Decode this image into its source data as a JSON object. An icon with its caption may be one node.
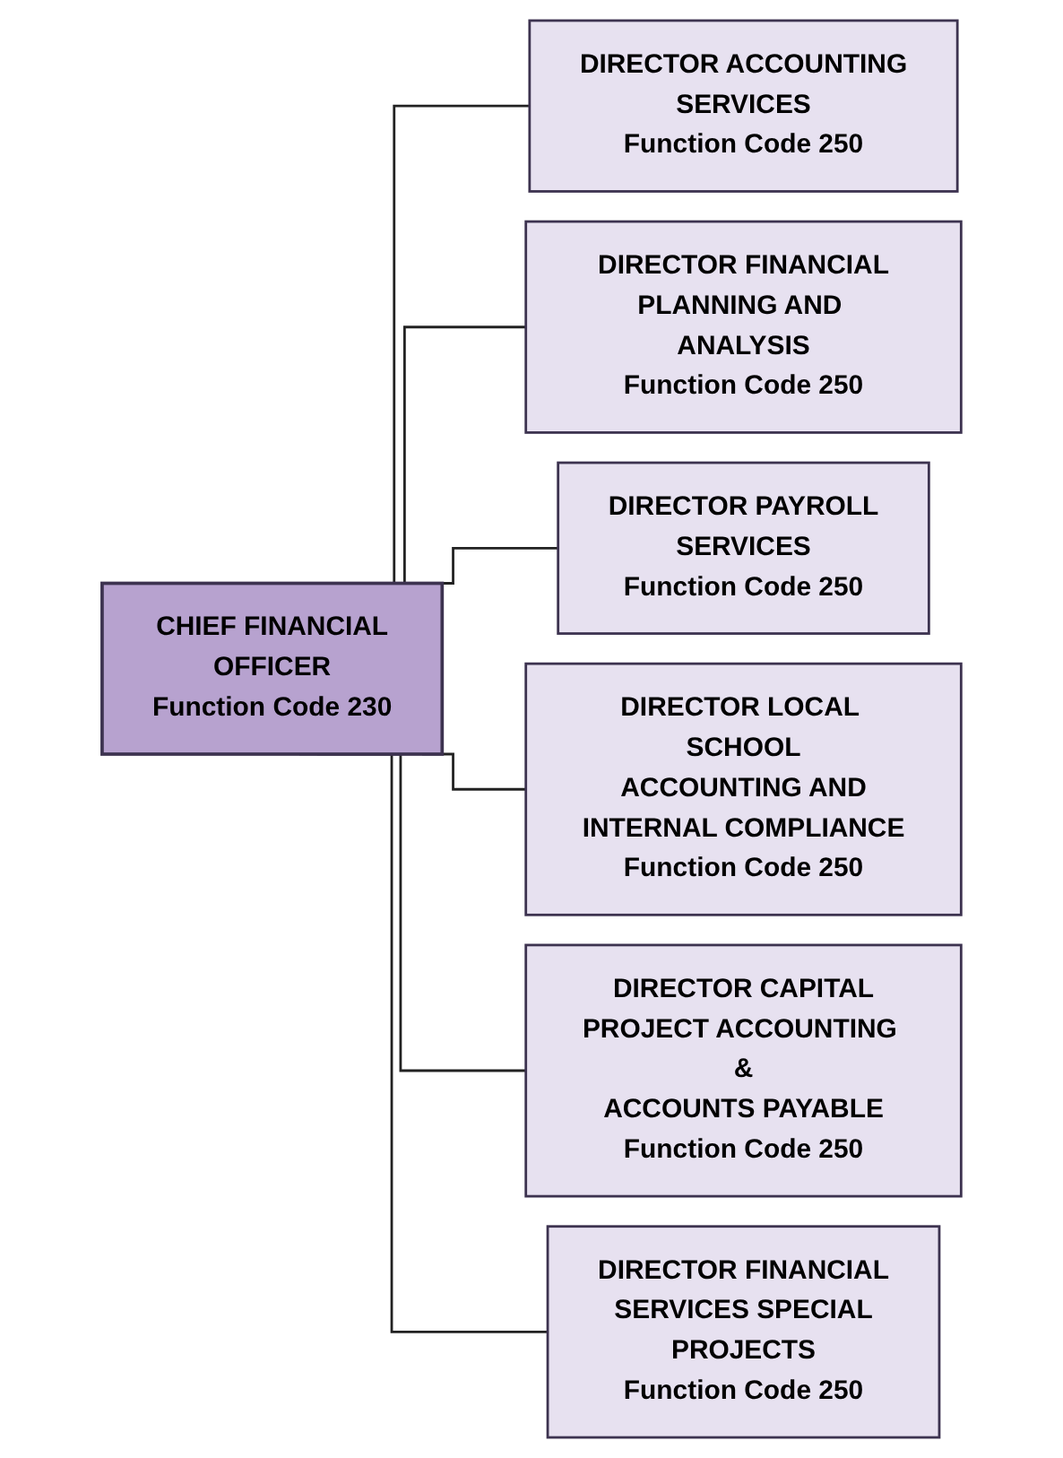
{
  "diagram": {
    "nodes": [
      {
        "text": [
          "CHIEF FINANCIAL OFFICER",
          "Function Code 230"
        ]
      },
      {
        "text": [
          "DIRECTOR ACCOUNTING SERVICES",
          "Function Code 250"
        ]
      },
      {
        "text": [
          "DIRECTOR FINANCIAL PLANNING AND ANALYSIS",
          "Function Code 250"
        ]
      },
      {
        "text": [
          "DIRECTOR PAYROLL SERVICES",
          "Function Code 250"
        ]
      },
      {
        "text": [
          "DIRECTOR LOCAL SCHOOL ACCOUNTING AND INTERNAL COMPLIANCE",
          "Function Code 250"
        ]
      },
      {
        "text": [
          "DIRECTOR CAPITAL PROJECT ACCOUNTING & ACCOUNTS PAYABLE",
          "Function Code 250"
        ]
      },
      {
        "text": [
          "DIRECTOR FINANCIAL SERVICES SPECIAL PROJECTS",
          "Function Code 250"
        ]
      }
    ],
    "edges": [
      {
        "from": 0,
        "to": 1,
        "arrow": "none"
      },
      {
        "from": 0,
        "to": 2,
        "arrow": "none"
      },
      {
        "from": 0,
        "to": 3,
        "arrow": "none"
      },
      {
        "from": 0,
        "to": 4,
        "arrow": "none"
      },
      {
        "from": 0,
        "to": 5,
        "arrow": "none"
      },
      {
        "from": 0,
        "to": 6,
        "arrow": "none"
      }
    ]
  }
}
